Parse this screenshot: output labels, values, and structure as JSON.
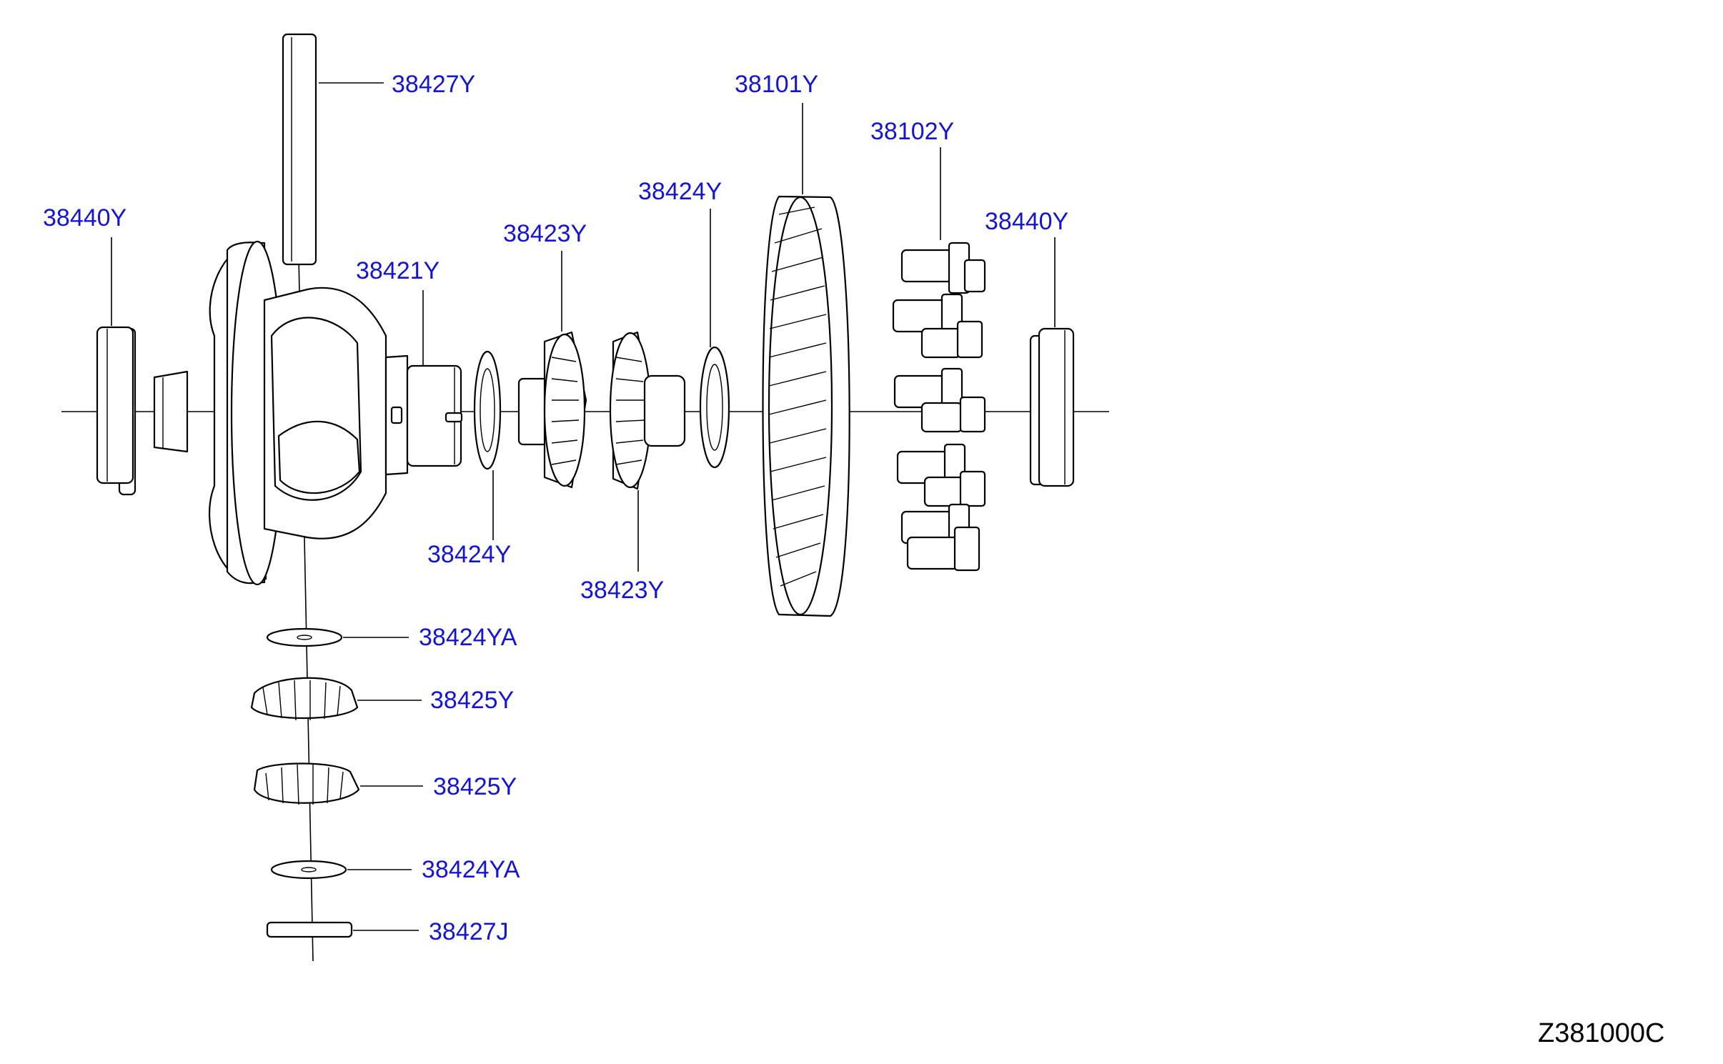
{
  "diagram_code": "Z381000C",
  "colors": {
    "callout_text": "#1414d2",
    "line_art": "#000000",
    "background": "#ffffff"
  },
  "callouts": [
    {
      "id": "c1",
      "part_number": "38427Y"
    },
    {
      "id": "c2",
      "part_number": "38101Y"
    },
    {
      "id": "c3",
      "part_number": "38102Y"
    },
    {
      "id": "c4",
      "part_number": "38424Y"
    },
    {
      "id": "c5",
      "part_number": "38440Y"
    },
    {
      "id": "c6",
      "part_number": "38423Y"
    },
    {
      "id": "c7",
      "part_number": "38440Y"
    },
    {
      "id": "c8",
      "part_number": "38421Y"
    },
    {
      "id": "c9",
      "part_number": "38424Y"
    },
    {
      "id": "c10",
      "part_number": "38423Y"
    },
    {
      "id": "c11",
      "part_number": "38424YA"
    },
    {
      "id": "c12",
      "part_number": "38425Y"
    },
    {
      "id": "c13",
      "part_number": "38425Y"
    },
    {
      "id": "c14",
      "part_number": "38424YA"
    },
    {
      "id": "c15",
      "part_number": "38427J"
    }
  ]
}
